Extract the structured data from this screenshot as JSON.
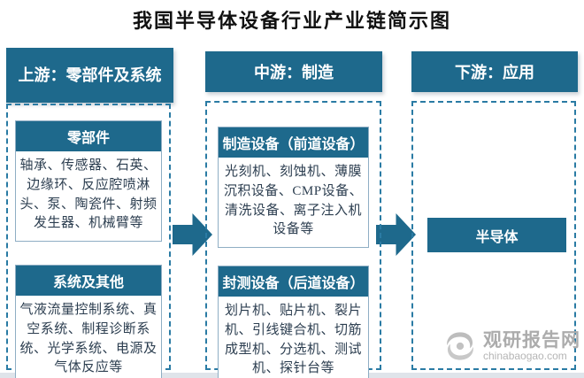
{
  "title": "我国半导体设备行业产业链简示图",
  "colors": {
    "accent_teal": "#1E698C",
    "dashed_border": "#2A7BA4",
    "sub_box_border": "#8FAEC4",
    "body_text": "#2C3E50",
    "watermark_gray": "#ACACAC"
  },
  "columns": [
    {
      "header": "上游：零部件及系统",
      "boxes": [
        {
          "header": "零部件",
          "body": "轴承、传感器、石英、边缘环、反应腔喷淋头、泵、陶瓷件、射频发生器、机械臂等"
        },
        {
          "header": "系统及其他",
          "body": "气液流量控制系统、真空系统、制程诊断系统、光学系统、电源及气体反应等"
        }
      ]
    },
    {
      "header": "中游：制造",
      "boxes": [
        {
          "header": "制造设备（前道设备）",
          "body": "光刻机、刻蚀机、薄膜沉积设备、CMP设备、清洗设备、离子注入机设备等"
        },
        {
          "header": "封测设备（后道设备）",
          "body": "划片机、贴片机、裂片机、引线键合机、切筋成型机、分选机、测试机、探针台等"
        }
      ]
    },
    {
      "header": "下游：应用",
      "box_label": "半导体"
    }
  ],
  "watermark": {
    "name": "观研报告网",
    "domain": "chinabaogao.com"
  }
}
